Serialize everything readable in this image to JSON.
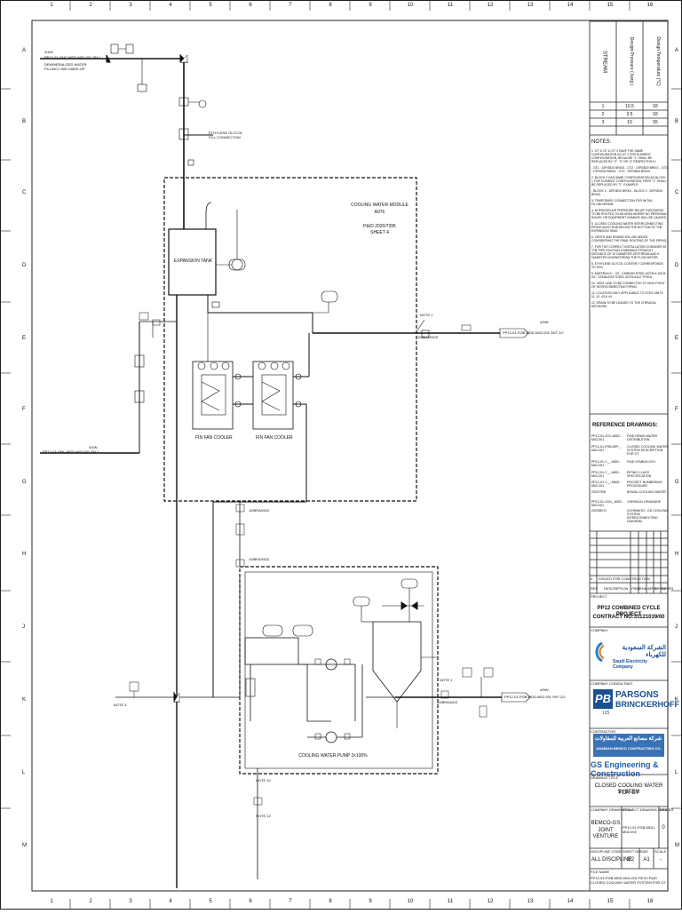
{
  "grid": {
    "columns": [
      "1",
      "2",
      "3",
      "4",
      "5",
      "6",
      "7",
      "8",
      "9",
      "10",
      "11",
      "12",
      "13",
      "14",
      "15",
      "16"
    ],
    "rows": [
      "A",
      "B",
      "C",
      "D",
      "E",
      "F",
      "G",
      "H",
      "J",
      "K",
      "L",
      "M"
    ]
  },
  "stream_table": {
    "headers": [
      "STREAM",
      "Design Pressure ( barg )",
      "Design Temperature (°C)"
    ],
    "rows": [
      [
        "1",
        "10.5",
        "93"
      ],
      [
        "2",
        "3.5",
        "93"
      ],
      [
        "3",
        "10",
        "55"
      ]
    ]
  },
  "notes": {
    "title": "NOTES:",
    "items": [
      "1. GT 1/ GT 2/ GT 4 HAVE THE SAME CONFIGURATION AS GT 1 FOR ELEMENT CONFIGURATION, BECAUSE \"1\" SHALL BE REPLACED BY \"2\", \"3\" OR \"4\" RESPECTIVELY.",
      "- GT1 : 10PGB10 BR001  - GT2 : 10PGB20 BR001  - GT3 : 10PGB30 BR001  - GT4 : 10PGB40 BR001",
      "2. BLOCK 2 HAS SAME CONFIGURATION AS BLOCK 1 FOR ELEMENT CONFIGURATION, FIRST \"1\" SHALL BE REPLACED BY \"2\". EXAMPLE:",
      "- BLOCK 1 : 10PGB10 BR001  - BLOCK 2 : 20PGB10 BR001",
      "3. TEMPORARY CONNECTION FOR INITIAL FILLING/DRAIN.",
      "4. NITROGEN AIR PRESSURE RELIEF DISCHARGE TO BE ROUTED TO AN AREA WHERE NO PERSONAL INJURY OR EQUIPMENT DAMAGE WILL BE CAUSED.",
      "5. CLOSED COOLING WATER INTERCONNECTING PIPING MUST RUN BELOW THE BOTTOM OF THE EXPANSION TANK.",
      "6. VENTS AND DRAINS WILL BE ADDED CONSIDERING THE FINAL ROUTING OF THE PIPING.",
      "7. FOR THE CORRECT INSTALLATION CONSIDER IN THE PIPE ROUTING A MINIMUM STRAIGHT DISTANCE OF 10 DIAMETER UPSTREAM AND 5 DIAMETER DOWNSTREAM THE FLOW METER.",
      "8. ETHYLENE GLYCOL CONTENT CORRESPONDS TO 15%.",
      "9. MATERIALS: - CS : CARBON STEEL ASTM A 106 B  - SS : STAINLESS STEEL ASTM A312 TP304L",
      "10. VENT LINE TO BE CONNECTED TO HIGH POINT OF INTERCONNECTING PIPING.",
      "11. LOCATION ONLY APPLICABLE TO STEG UNITS 11, 12, 43 & 44.",
      "12. DRAIN TO BE LEADED TO THE CHEMICAL NETWORK."
    ]
  },
  "reference": {
    "title": "REFERENCE DRAWINGS:",
    "rows": [
      [
        "PP12-01-1GC-MDD-M02-001",
        "P&ID DRAIN WATER DISTRIBUTION"
      ],
      [
        "PP12-01-PGB-MPI_-M02-001",
        "CLOSED COOLING WATER SYSTEM DESCRIPTION FOR GT"
      ],
      [
        "PP12-01-Y__-MDD-M02-001",
        "P&ID SYMBOLOGY"
      ],
      [
        "PP12-01-Y__-MHD-M02-001",
        "PIPING CLASS SPECIFICATION"
      ],
      [
        "PP12-01-Y__-MMD-M02-001",
        "PROJECT NUMBERING PROCEDURE"
      ],
      [
        "20/20TBR",
        "BOWAL COOLING WATER"
      ],
      [
        "PP12-01-1GH_-MDD-M02-001",
        "CHEMICAL DRAINAGE"
      ],
      [
        "20/20BCO",
        "SCHEMATIC, GD COOLING SYSTEM INTERCONNECTING DIAGRAM"
      ]
    ]
  },
  "revision": {
    "rev": "0",
    "issue": "ISSUED FOR CONSTRUCTION",
    "header_cols": [
      "REV",
      "DESCRIPTION",
      "PREP",
      "CHK",
      "APPR",
      "APPR2",
      "APPR3"
    ]
  },
  "title_block": {
    "project_label": "PROJECT",
    "project": "PP12 COMBINED CYCLE PROJECT",
    "contract": "CONTRACT NO:31121039/00",
    "company_label": "COMPANY",
    "sec_arabic": "الشركة السعودية للكهرباء",
    "sec_name": "Saudi Electricity Company",
    "consultant_label": "COMPANY CONSULTANT",
    "pb_line1": "PARSONS",
    "pb_line2": "BRINCKERHOFF",
    "pb_badge": "PB",
    "pb_years": "125",
    "contractor_label": "CONTRACTOR",
    "bemco_arabic": "شركة مصانع العربية للمقاولات",
    "bemco_name": "ARABIAN BEMCO CONTRACTING CO.",
    "gs_name": "GS Engineering & Construction",
    "drawing_title_label": "DRAWING TITLE",
    "drawing_title_1": "CLOSED COOLING WATER SYSTEM",
    "drawing_title_2": "FOR GT",
    "company_drawing_no_label": "COMPANY DRAWING No.",
    "joint_1": "BEMCO-GS",
    "joint_2": "JOINT VENTURE",
    "project_no_label": "PROJECT DRAWING NUMBER",
    "project_no": "PP12-01-PGB-MDD-M02-001",
    "rev_label": "REV",
    "rev_value": "0",
    "discipline_label": "DISCIPLINE CODE",
    "discipline": "ALL DISCIPLINE",
    "sheet_label": "SHEET NO.",
    "sheet": "1/2",
    "size_label": "SIZE",
    "size": "A1",
    "scale_label": "SCALE",
    "scale": "-",
    "file_label": "FILE NAME",
    "file_name": "PP12-01-PGB-MDD-M02-001 REV0 P&ID CLOSED COOLING WATER SYSTEM FOR GT"
  },
  "diagram": {
    "module_title_1": "COOLING WATER MODULE",
    "module_title_2": "A076",
    "pid_ref_1": "P&ID 2020/7395",
    "pid_ref_2": "SHEET 4",
    "expansion_tank": "EXPANSION TANK",
    "fan_cooler_1": "FIN FAN COOLER",
    "fan_cooler_2": "FIN FAN COOLER",
    "pump_label": "COOLING WATER PUMP 2x100%",
    "line_top_size": "3/4IN",
    "line_top_tag": "PP12-01-GHC-MDD-M02-001 SH 1",
    "line_top_desc_1": "DEMINERALIZED WATER",
    "line_top_desc_2": "FILLING LINE/ MAKE-UP",
    "glycol_1": "ETHYLENE GLYCOL",
    "glycol_2": "FILL CONNECTION",
    "line_right_upper_size": "4/5IN",
    "line_right_upper_tag": "PP12-01-PGB-MDD-M02-001 SHT 2/2",
    "line_left_size": "3/4IN",
    "line_left_tag": "PP12-01-GML-MDD-M02-001 SH 1",
    "line_right_lower_size": "4/5IN",
    "line_right_lower_tag": "PP12-01-PGB-MDD-M02-001 SHT 2/2",
    "note_3": "NOTE 3",
    "note_10": "NOTE 10",
    "note_12": "NOTE 12",
    "note_1": "NOTE 1",
    "battery_limit": "10/BRA/NOZ"
  }
}
